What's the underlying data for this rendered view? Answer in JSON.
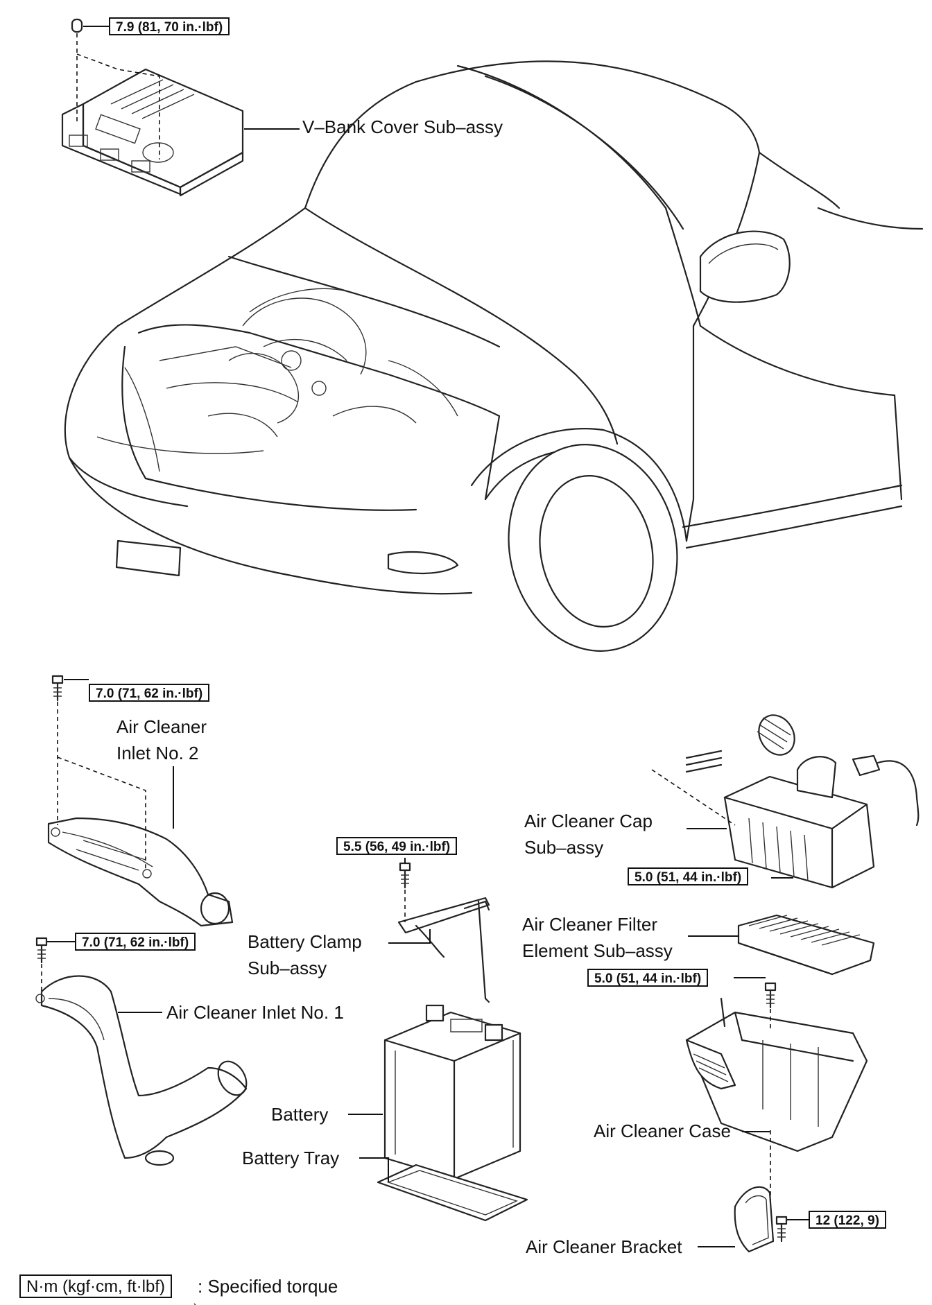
{
  "parts": {
    "v_bank_cover": "V–Bank Cover Sub–assy",
    "air_cleaner_inlet_no2_line1": "Air Cleaner",
    "air_cleaner_inlet_no2_line2": "Inlet No. 2",
    "air_cleaner_inlet_no1": "Air Cleaner Inlet No. 1",
    "battery_clamp_line1": "Battery Clamp",
    "battery_clamp_line2": "Sub–assy",
    "battery": "Battery",
    "battery_tray": "Battery Tray",
    "air_cleaner_cap_line1": "Air Cleaner Cap",
    "air_cleaner_cap_line2": "Sub–assy",
    "air_cleaner_filter_line1": "Air Cleaner Filter",
    "air_cleaner_filter_line2": "Element Sub–assy",
    "air_cleaner_case": "Air Cleaner Case",
    "air_cleaner_bracket": "Air Cleaner Bracket"
  },
  "torques": {
    "v_bank_cover": "7.9 (81, 70 in.·lbf)",
    "inlet_no2": "7.0 (71, 62 in.·lbf)",
    "inlet_no1": "7.0 (71, 62 in.·lbf)",
    "battery_clamp": "5.5 (56, 49 in.·lbf)",
    "air_cleaner_cap": "5.0 (51, 44 in.·lbf)",
    "air_cleaner_case": "5.0 (51, 44 in.·lbf)",
    "air_cleaner_bracket": "12 (122, 9)"
  },
  "legend": {
    "unit_box": "N·m (kgf·cm, ft·lbf)",
    "description": ": Specified torque"
  }
}
